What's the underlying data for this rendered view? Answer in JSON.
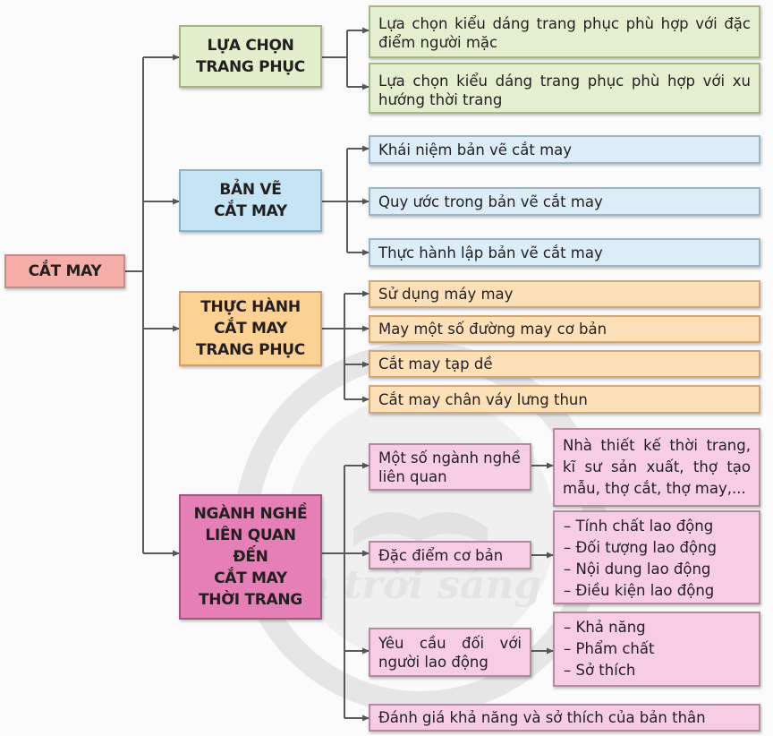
{
  "watermark": {
    "text": "Chân trời sáng tạo"
  },
  "root": {
    "label": "CẮT MAY"
  },
  "branches": [
    {
      "label": "LỰA CHỌN\nTRANG PHỤC",
      "items": [
        "Lựa chọn kiểu dáng trang phục phù hợp với đặc điểm người mặc",
        "Lựa chọn kiểu dáng trang phục phù hợp với xu hướng thời trang"
      ]
    },
    {
      "label": "BẢN VẼ\nCẮT MAY",
      "items": [
        "Khái niệm bản vẽ cắt may",
        "Quy ước trong bản vẽ cắt may",
        "Thực hành lập bản vẽ cắt may"
      ]
    },
    {
      "label": "THỰC HÀNH\nCẮT MAY\nTRANG PHỤC",
      "items": [
        "Sử dụng máy may",
        "May một số đường may cơ bản",
        "Cắt may tạp dề",
        "Cắt may chân váy lưng thun"
      ]
    },
    {
      "label": "NGÀNH NGHỀ\nLIÊN QUAN\nĐẾN\nCẮT MAY\nTHỜI TRANG",
      "items": [
        "Một số ngành nghề liên quan",
        "Đặc điểm cơ bản",
        "Yêu cầu đối với người lao động",
        "Đánh giá khả năng và sở thích của bản thân"
      ],
      "details": [
        {
          "text": "Nhà thiết kế thời trang, kĩ sư sản xuất, thợ tạo mẫu, thợ cắt, thợ may,..."
        },
        {
          "lines": [
            "– Tính chất lao động",
            "– Đối tượng lao động",
            "– Nội dung lao động",
            "– Điều kiện lao động"
          ]
        },
        {
          "lines": [
            "– Khả năng",
            "– Phẩm chất",
            "– Sở thích"
          ]
        }
      ]
    }
  ]
}
